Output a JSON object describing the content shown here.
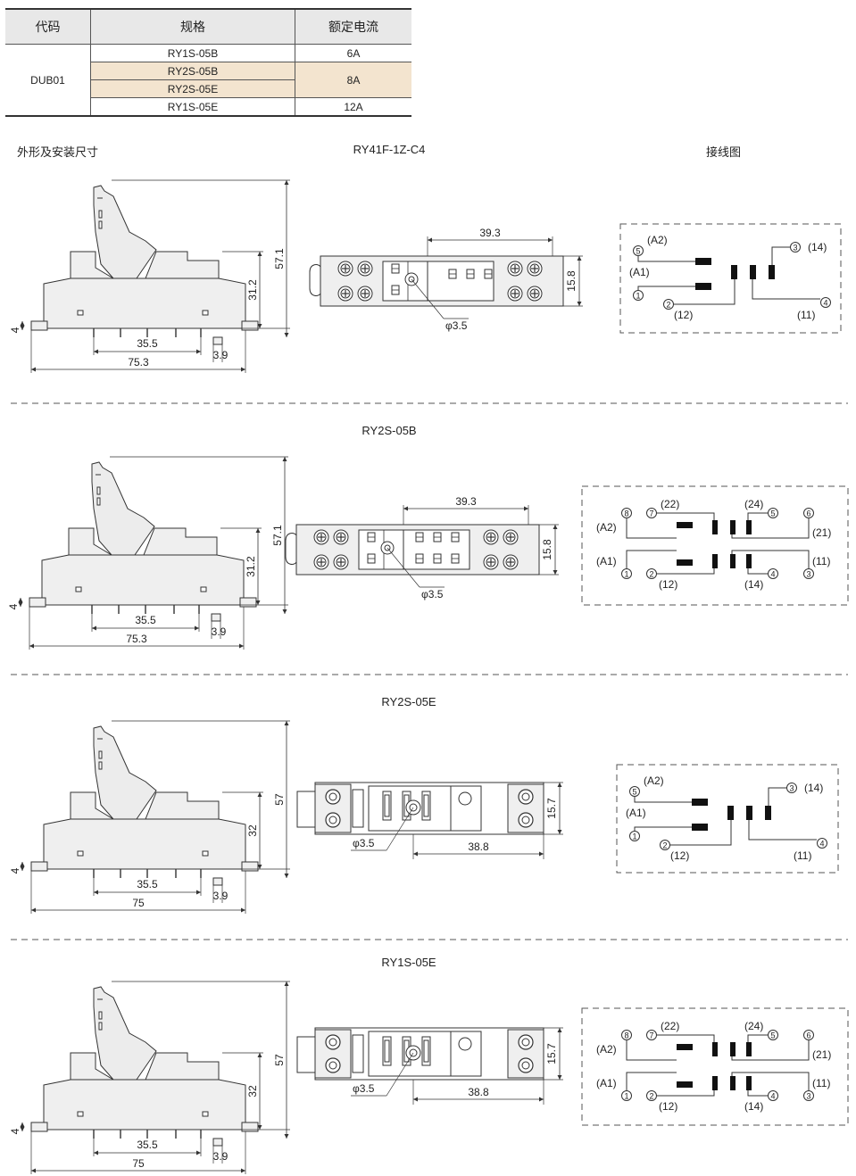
{
  "table": {
    "headers": [
      "代码",
      "规格",
      "额定电流"
    ],
    "code": "DUB01",
    "rows": [
      {
        "spec": "RY1S-05B",
        "current": "6A"
      },
      {
        "spec": "RY2S-05B",
        "current": "8A"
      },
      {
        "spec": "RY2S-05E",
        "current": ""
      },
      {
        "spec": "RY1S-05E",
        "current": "12A"
      }
    ]
  },
  "labels": {
    "outline": "外形及安装尺寸",
    "wiring": "接线图"
  },
  "sections": [
    {
      "model": "RY41F-1Z-C4",
      "h_total": "57.1",
      "h_base": "31.2",
      "w_total": "75.3",
      "w_mid": "35.5",
      "w_pin": "3.9",
      "foot": "4",
      "top_w": "39.3",
      "top_h": "15.8",
      "hole": "φ3.5",
      "wiring": {
        "a2": "(A2)",
        "a1": "(A1)",
        "p5": "5",
        "p1": "1",
        "p2": "2",
        "p3": "3",
        "p4": "4",
        "t14": "(14)",
        "t12": "(12)",
        "t11": "(11)"
      }
    },
    {
      "model": "RY2S-05B",
      "h_total": "57.1",
      "h_base": "31.2",
      "w_total": "75.3",
      "w_mid": "35.5",
      "w_pin": "3.9",
      "foot": "4",
      "top_w": "39.3",
      "top_h": "15.8",
      "hole": "φ3.5",
      "wiring": {
        "a2": "(A2)",
        "a1": "(A1)",
        "p8": "8",
        "p7": "7",
        "p5": "5",
        "p6": "6",
        "p1": "1",
        "p2": "2",
        "p4": "4",
        "p3": "3",
        "t22": "(22)",
        "t24": "(24)",
        "t21": "(21)",
        "t11": "(11)",
        "t12": "(12)",
        "t14": "(14)"
      }
    },
    {
      "model": "RY2S-05E",
      "h_total": "57",
      "h_base": "32",
      "w_total": "75",
      "w_mid": "35.5",
      "w_pin": "3.9",
      "foot": "4",
      "top_w": "38.8",
      "top_h": "15.7",
      "hole": "φ3.5",
      "wiring": {
        "a2": "(A2)",
        "a1": "(A1)",
        "p5": "5",
        "p1": "1",
        "p2": "2",
        "p3": "3",
        "p4": "4",
        "t14": "(14)",
        "t12": "(12)",
        "t11": "(11)"
      }
    },
    {
      "model": "RY1S-05E",
      "h_total": "57",
      "h_base": "32",
      "w_total": "75",
      "w_mid": "35.5",
      "w_pin": "3.9",
      "foot": "4",
      "top_w": "38.8",
      "top_h": "15.7",
      "hole": "φ3.5",
      "wiring": {
        "a2": "(A2)",
        "a1": "(A1)",
        "p8": "8",
        "p7": "7",
        "p5": "5",
        "p6": "6",
        "p1": "1",
        "p2": "2",
        "p4": "4",
        "p3": "3",
        "t22": "(22)",
        "t24": "(24)",
        "t21": "(21)",
        "t11": "(11)",
        "t12": "(12)",
        "t14": "(14)"
      }
    }
  ]
}
